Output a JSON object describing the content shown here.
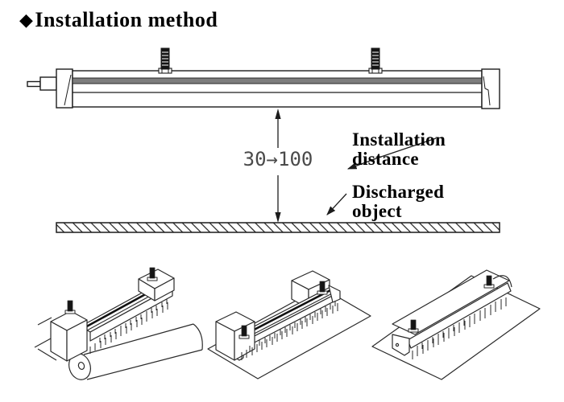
{
  "header": {
    "bullet_icon": "◆",
    "title": "Installation method"
  },
  "diagram": {
    "dimension_text": "30→100",
    "labels": {
      "installation_distance": {
        "line1": "Installation",
        "line2": "distance"
      },
      "discharged_object": {
        "line1": "Discharged",
        "line2": "object"
      }
    },
    "colors": {
      "line": "#1c1c1c",
      "bar_band": "#7d7d7d",
      "dimension_text": "#4a4a4a"
    }
  }
}
